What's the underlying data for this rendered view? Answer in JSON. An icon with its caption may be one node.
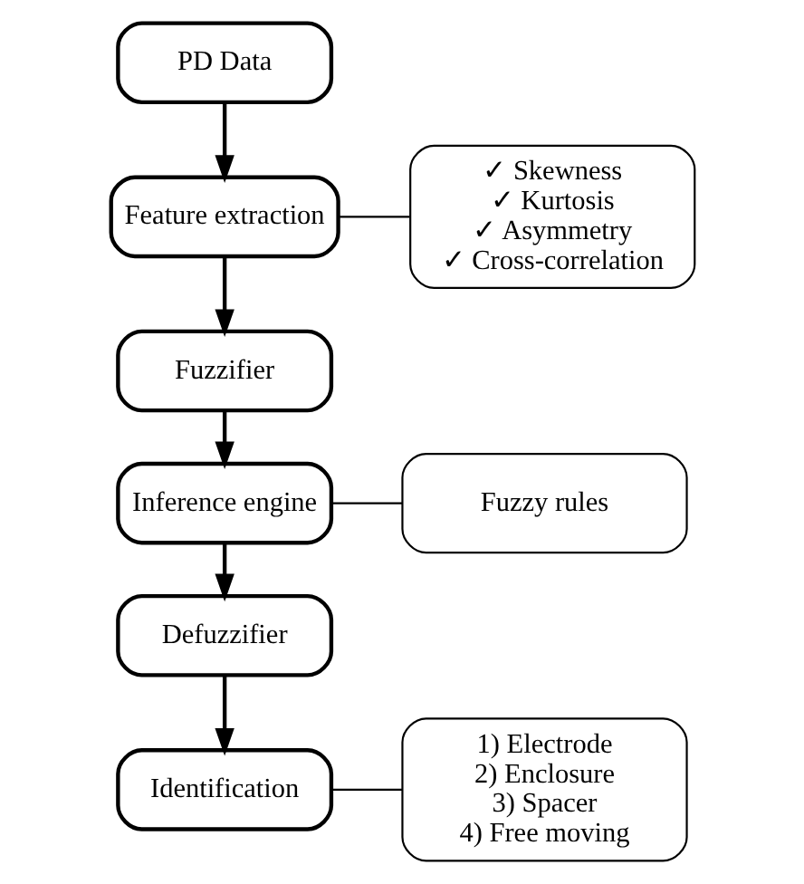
{
  "diagram": {
    "nodes": [
      {
        "text": [
          "PD Data"
        ]
      },
      {
        "text": [
          "Feature extraction"
        ]
      },
      {
        "text": [
          "Fuzzifier"
        ]
      },
      {
        "text": [
          "Inference engine"
        ]
      },
      {
        "text": [
          "Defuzzifier"
        ]
      },
      {
        "text": [
          "Identification"
        ]
      },
      {
        "text": [
          "✓ Skewness",
          "✓ Kurtosis",
          "✓ Asymmetry",
          "✓ Cross-correlation"
        ]
      },
      {
        "text": [
          "Fuzzy rules"
        ]
      },
      {
        "text": [
          "1) Electrode",
          "2) Enclosure",
          "3) Spacer",
          "4) Free moving"
        ]
      }
    ],
    "edges": [
      {
        "from": 0,
        "to": 1,
        "arrow": "to"
      },
      {
        "from": 1,
        "to": 2,
        "arrow": "to"
      },
      {
        "from": 2,
        "to": 3,
        "arrow": "to"
      },
      {
        "from": 3,
        "to": 4,
        "arrow": "to"
      },
      {
        "from": 4,
        "to": 5,
        "arrow": "to"
      },
      {
        "from": 6,
        "to": 1,
        "arrow": "none"
      },
      {
        "from": 7,
        "to": 3,
        "arrow": "none"
      },
      {
        "from": 8,
        "to": 5,
        "arrow": "none"
      }
    ]
  }
}
